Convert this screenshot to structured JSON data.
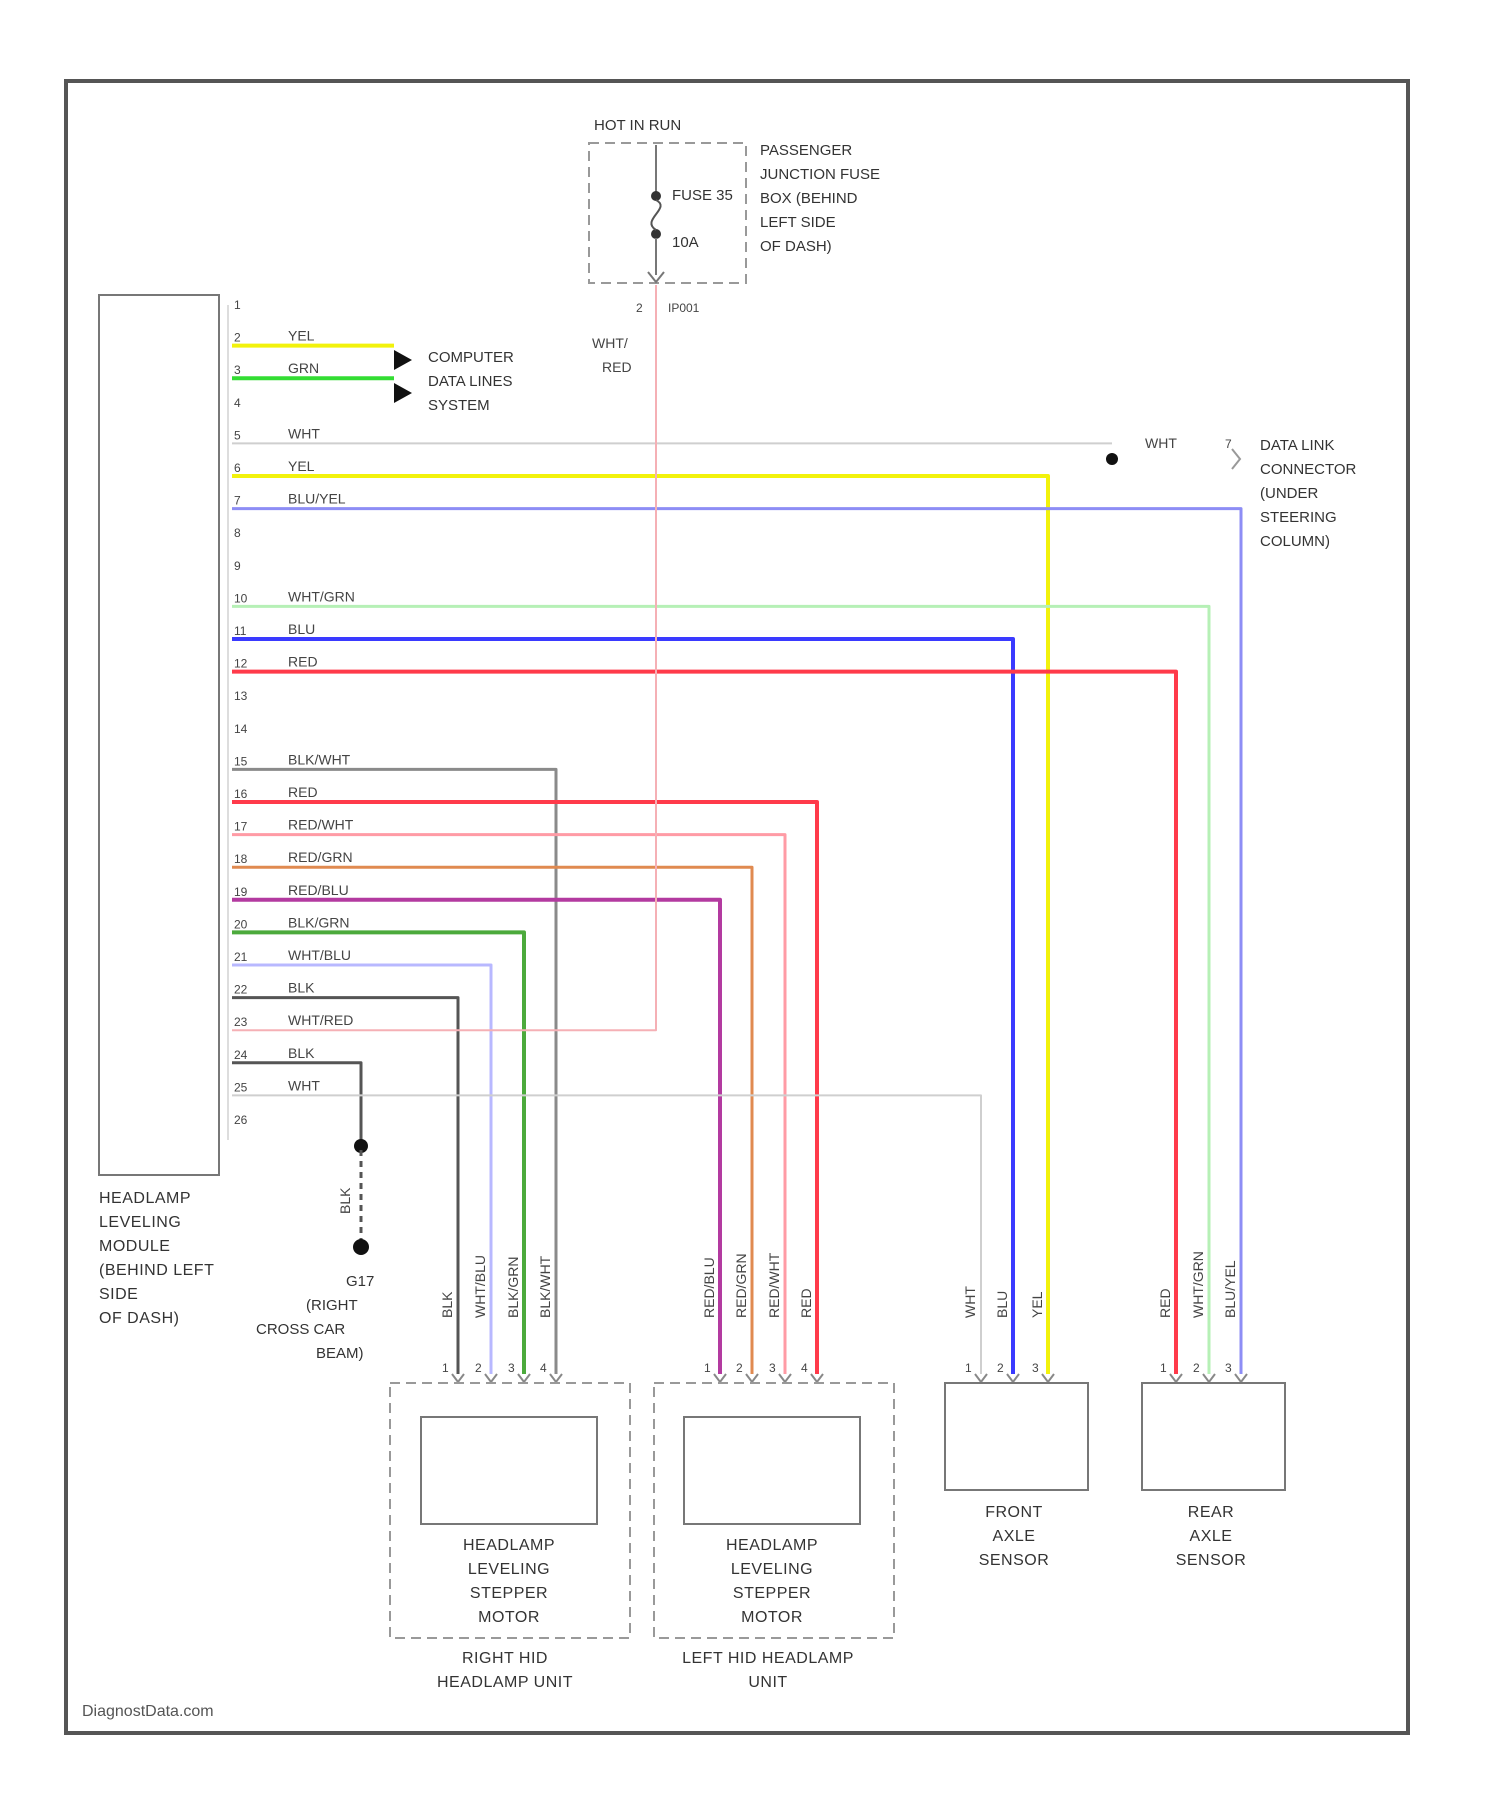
{
  "watermark": "DiagnostData.com",
  "power": {
    "hot_in_run": "HOT IN RUN",
    "fuse_label": "FUSE 35",
    "fuse_rating": "10A",
    "junction_box_lines": [
      "PASSENGER",
      "JUNCTION FUSE",
      "BOX (BEHIND",
      "LEFT SIDE",
      "OF DASH)"
    ],
    "connector_pin": "2",
    "connector_id": "IP001",
    "feed_wire_color": [
      "WHT/",
      "RED"
    ]
  },
  "module": {
    "caption_lines": [
      "HEADLAMP",
      "LEVELING",
      "MODULE",
      "(BEHIND LEFT",
      "SIDE",
      "OF DASH)"
    ],
    "pins": [
      {
        "num": "1",
        "color": ""
      },
      {
        "num": "2",
        "color": "YEL"
      },
      {
        "num": "3",
        "color": "GRN"
      },
      {
        "num": "4",
        "color": ""
      },
      {
        "num": "5",
        "color": "WHT"
      },
      {
        "num": "6",
        "color": "YEL"
      },
      {
        "num": "7",
        "color": "BLU/YEL"
      },
      {
        "num": "8",
        "color": ""
      },
      {
        "num": "9",
        "color": ""
      },
      {
        "num": "10",
        "color": "WHT/GRN"
      },
      {
        "num": "11",
        "color": "BLU"
      },
      {
        "num": "12",
        "color": "RED"
      },
      {
        "num": "13",
        "color": ""
      },
      {
        "num": "14",
        "color": ""
      },
      {
        "num": "15",
        "color": "BLK/WHT"
      },
      {
        "num": "16",
        "color": "RED"
      },
      {
        "num": "17",
        "color": "RED/WHT"
      },
      {
        "num": "18",
        "color": "RED/GRN"
      },
      {
        "num": "19",
        "color": "RED/BLU"
      },
      {
        "num": "20",
        "color": "BLK/GRN"
      },
      {
        "num": "21",
        "color": "WHT/BLU"
      },
      {
        "num": "22",
        "color": "BLK"
      },
      {
        "num": "23",
        "color": "WHT/RED"
      },
      {
        "num": "24",
        "color": "BLK"
      },
      {
        "num": "25",
        "color": "WHT"
      },
      {
        "num": "26",
        "color": ""
      }
    ]
  },
  "computer_data_lines": [
    "COMPUTER",
    "DATA LINES",
    "SYSTEM"
  ],
  "data_link": {
    "wire_color": "WHT",
    "pin": "7",
    "lines": [
      "DATA LINK",
      "CONNECTOR",
      "(UNDER",
      "STEERING",
      "COLUMN)"
    ]
  },
  "ground": {
    "wire_color": "BLK",
    "lines": [
      "G17",
      "(RIGHT",
      "CROSS CAR",
      "BEAM)"
    ]
  },
  "right_unit": {
    "motor_lines": [
      "HEADLAMP",
      "LEVELING",
      "STEPPER",
      "MOTOR"
    ],
    "unit_lines": [
      "RIGHT HID",
      "HEADLAMP UNIT"
    ],
    "wire_colors": [
      "BLK",
      "WHT/BLU",
      "BLK/GRN",
      "BLK/WHT"
    ],
    "pins": [
      "1",
      "2",
      "3",
      "4"
    ]
  },
  "left_unit": {
    "motor_lines": [
      "HEADLAMP",
      "LEVELING",
      "STEPPER",
      "MOTOR"
    ],
    "unit_lines": [
      "LEFT HID HEADLAMP",
      "UNIT"
    ],
    "wire_colors": [
      "RED/BLU",
      "RED/GRN",
      "RED/WHT",
      "RED"
    ],
    "pins": [
      "1",
      "2",
      "3",
      "4"
    ]
  },
  "front_sensor": {
    "lines": [
      "FRONT",
      "AXLE",
      "SENSOR"
    ],
    "wire_colors": [
      "WHT",
      "BLU",
      "YEL"
    ],
    "pins": [
      "1",
      "2",
      "3"
    ]
  },
  "rear_sensor": {
    "lines": [
      "REAR",
      "AXLE",
      "SENSOR"
    ],
    "wire_colors": [
      "RED",
      "WHT/GRN",
      "BLU/YEL"
    ],
    "pins": [
      "1",
      "2",
      "3"
    ]
  },
  "colors": {
    "YEL": "#f2f20c",
    "GRN": "#33dd33",
    "WHT": "#cfcfcf",
    "BLU_YEL": "#8d8df5",
    "WHT_GRN": "#b6f0b6",
    "BLU": "#3a3aff",
    "RED": "#ff3a4a",
    "BLK_WHT": "#8a8a8a",
    "RED_WHT": "#ff9ba5",
    "RED_GRN": "#e08a50",
    "RED_BLU": "#b33aa0",
    "BLK_GRN": "#4caa3c",
    "WHT_BLU": "#b8b8ff",
    "BLK": "#555555",
    "WHT_RED": "#f5b0b5"
  }
}
